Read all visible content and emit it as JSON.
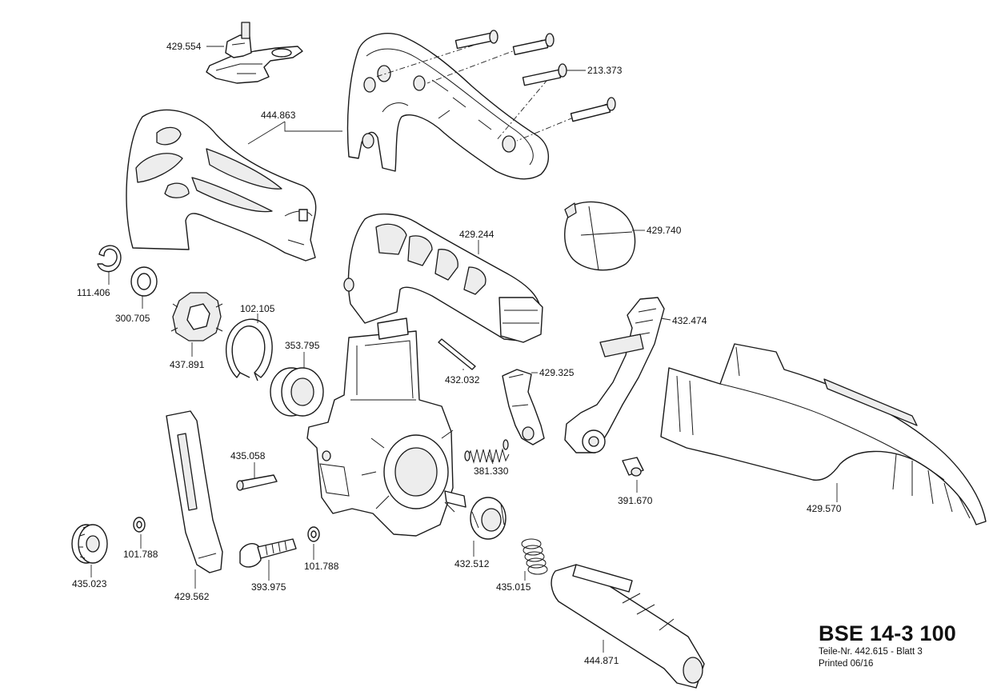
{
  "title_block": {
    "model": "BSE 14-3 100",
    "sheet_line": "Teile-Nr. 442.615 - Blatt 3",
    "printed_line": "Printed  06/16"
  },
  "parts": [
    "429.554",
    "444.863",
    "213.373",
    "429.244",
    "429.740",
    "111.406",
    "300.705",
    "102.105",
    "353.795",
    "437.891",
    "432.032",
    "429.325",
    "432.474",
    "429.570",
    "381.330",
    "435.058",
    "391.670",
    "435.023",
    "101.788",
    "393.975",
    "101.788",
    "429.562",
    "432.512",
    "435.015",
    "444.871"
  ]
}
